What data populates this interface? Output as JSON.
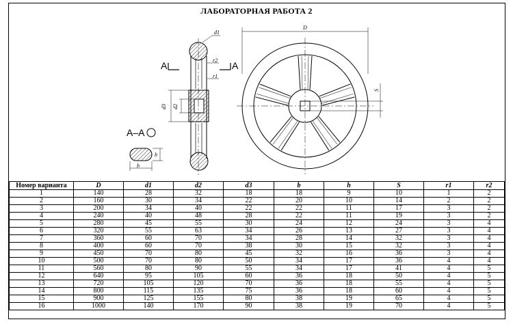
{
  "title": "ЛАБОРАТОРНАЯ РАБОТА 2",
  "drawing": {
    "section_mark": "A",
    "section_label": "A–A",
    "dims": {
      "d1": "d1",
      "d2": "d2",
      "d3": "d3",
      "r1": "r1",
      "r2": "r2",
      "D": "D",
      "S": "S",
      "b": "b",
      "h": "h"
    }
  },
  "table": {
    "headers": [
      "Номер варианта",
      "D",
      "d1",
      "d2",
      "d3",
      "b",
      "h",
      "S",
      "r1",
      "r2"
    ],
    "rows": [
      [
        "1",
        "140",
        "28",
        "32",
        "18",
        "18",
        "9",
        "10",
        "1",
        "2"
      ],
      [
        "2",
        "160",
        "30",
        "34",
        "22",
        "20",
        "10",
        "14",
        "2",
        "2"
      ],
      [
        "3",
        "200",
        "34",
        "40",
        "22",
        "22",
        "11",
        "17",
        "3",
        "2"
      ],
      [
        "4",
        "240",
        "40",
        "48",
        "28",
        "22",
        "11",
        "19",
        "3",
        "2"
      ],
      [
        "5",
        "280",
        "45",
        "55",
        "30",
        "24",
        "12",
        "24",
        "3",
        "4"
      ],
      [
        "6",
        "320",
        "55",
        "63",
        "34",
        "26",
        "13",
        "27",
        "3",
        "4"
      ],
      [
        "7",
        "360",
        "60",
        "70",
        "34",
        "28",
        "14",
        "32",
        "3",
        "4"
      ],
      [
        "8",
        "400",
        "60",
        "70",
        "38",
        "30",
        "15",
        "32",
        "3",
        "4"
      ],
      [
        "9",
        "450",
        "70",
        "80",
        "45",
        "32",
        "16",
        "36",
        "3",
        "4"
      ],
      [
        "10",
        "500",
        "70",
        "80",
        "50",
        "34",
        "17",
        "36",
        "4",
        "4"
      ],
      [
        "11",
        "560",
        "80",
        "90",
        "55",
        "34",
        "17",
        "41",
        "4",
        "5"
      ],
      [
        "12",
        "640",
        "95",
        "105",
        "60",
        "36",
        "18",
        "50",
        "4",
        "5"
      ],
      [
        "13",
        "720",
        "105",
        "120",
        "70",
        "36",
        "18",
        "55",
        "4",
        "5"
      ],
      [
        "14",
        "800",
        "115",
        "135",
        "75",
        "36",
        "18",
        "60",
        "4",
        "5"
      ],
      [
        "15",
        "900",
        "125",
        "155",
        "80",
        "38",
        "19",
        "65",
        "4",
        "5"
      ],
      [
        "16",
        "1000",
        "140",
        "170",
        "90",
        "38",
        "19",
        "70",
        "4",
        "5"
      ]
    ]
  }
}
